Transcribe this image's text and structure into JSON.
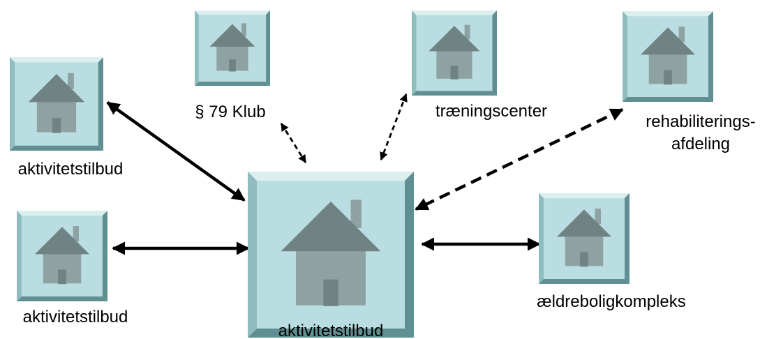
{
  "colors": {
    "tile_face": "#b9dde0",
    "tile_bevel_light": "#dcefef",
    "tile_bevel_dark": "#5f8f92",
    "tile_bevel_mid": "#8fbcbf",
    "roof": "#6f8284",
    "house_body": "#8ea2a3",
    "chimney": "#8ea2a3",
    "door": "#6f8284",
    "arrow": "#000000"
  },
  "nodes": {
    "center": {
      "label": "aktivitetstilbud",
      "icon": "house-icon"
    },
    "top_left": {
      "label": "aktivitetstilbud",
      "icon": "house-icon"
    },
    "mid_left": {
      "label": "aktivitetstilbud",
      "icon": "house-icon"
    },
    "klub": {
      "label": "§ 79 Klub",
      "icon": "house-icon"
    },
    "traening": {
      "label": "træningscenter",
      "icon": "house-icon"
    },
    "rehab": {
      "label_line1": "rehabiliterings-",
      "label_line2": "afdeling",
      "icon": "house-icon"
    },
    "aeldre": {
      "label": "ældreboligkompleks",
      "icon": "house-icon"
    }
  },
  "connectors": [
    {
      "from": "top_left",
      "to": "center",
      "style": "solid"
    },
    {
      "from": "mid_left",
      "to": "center",
      "style": "solid"
    },
    {
      "from": "klub",
      "to": "center",
      "style": "dashed"
    },
    {
      "from": "traening",
      "to": "center",
      "style": "dashed"
    },
    {
      "from": "rehab",
      "to": "center",
      "style": "dashed"
    },
    {
      "from": "aeldre",
      "to": "center",
      "style": "solid"
    }
  ]
}
